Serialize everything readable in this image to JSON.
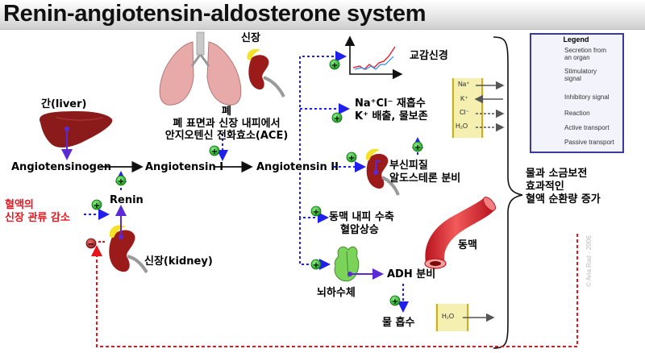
{
  "title": "Renin-angiotensin-aldosterone system",
  "labels": {
    "kidney_top": "신장",
    "lung_line1": "폐",
    "lung_line2": "폐 표면과 신장 내피에서",
    "lung_line3": "안지오텐신 전화효소(ACE)",
    "liver": "간(liver)",
    "angiotensinogen": "Angiotensinogen",
    "angiotensin1": "Angiotensin I",
    "angiotensin2": "Angiotensin II",
    "renin": "Renin",
    "blood_flow_line1": "혈액의",
    "blood_flow_line2": "신장 관류 감소",
    "kidney_bottom": "신장(kidney)",
    "sympathetic": "교감신경",
    "na_cl_line1": "Na⁺Cl⁻ 재흡수",
    "na_cl_line2": "K⁺ 배출, 물보존",
    "adrenal_line1": "부신피질",
    "adrenal_line2": "알도스테론 분비",
    "vaso_line1": "동맥 내피 수축",
    "vaso_line2": "혈압상승",
    "artery": "동맥",
    "pituitary": "뇌하수체",
    "adh": "ADH 분비",
    "water_absorption": "물 흡수",
    "result_line1": "물과 소금보전",
    "result_line2": "효과적인",
    "result_line3": "혈액 순환량 증가",
    "ion_na": "Na⁺",
    "ion_k": "K⁺",
    "ion_cl": "Cl⁻",
    "ion_h2o": "H₂O",
    "ion_h2o_bottom": "H₂O",
    "copyright": "© Aria Rad - 2006"
  },
  "legend": {
    "title": "Legend",
    "items": [
      {
        "label_1": "Secretion from",
        "label_2": "an organ"
      },
      {
        "label_1": "Stimulatory",
        "label_2": "signal"
      },
      {
        "label_1": "Inhibitory signal",
        "label_2": ""
      },
      {
        "label_1": "Reaction",
        "label_2": ""
      },
      {
        "label_1": "Active transport",
        "label_2": ""
      },
      {
        "label_1": "Passive transport",
        "label_2": ""
      }
    ]
  },
  "symbols": {
    "plus": "+",
    "minus": "−"
  },
  "colors": {
    "stimulatory": "#2020ee",
    "inhibitory": "#e8141e",
    "secretion": "#5a2ad8",
    "reaction": "#111111",
    "stim_circle": "#1eb41e",
    "inhib_circle": "#b41e1e",
    "organ_red": "#9b1b1b",
    "lung_pink": "#e8a9a9",
    "cell_yellow": "#f5f0b0"
  }
}
